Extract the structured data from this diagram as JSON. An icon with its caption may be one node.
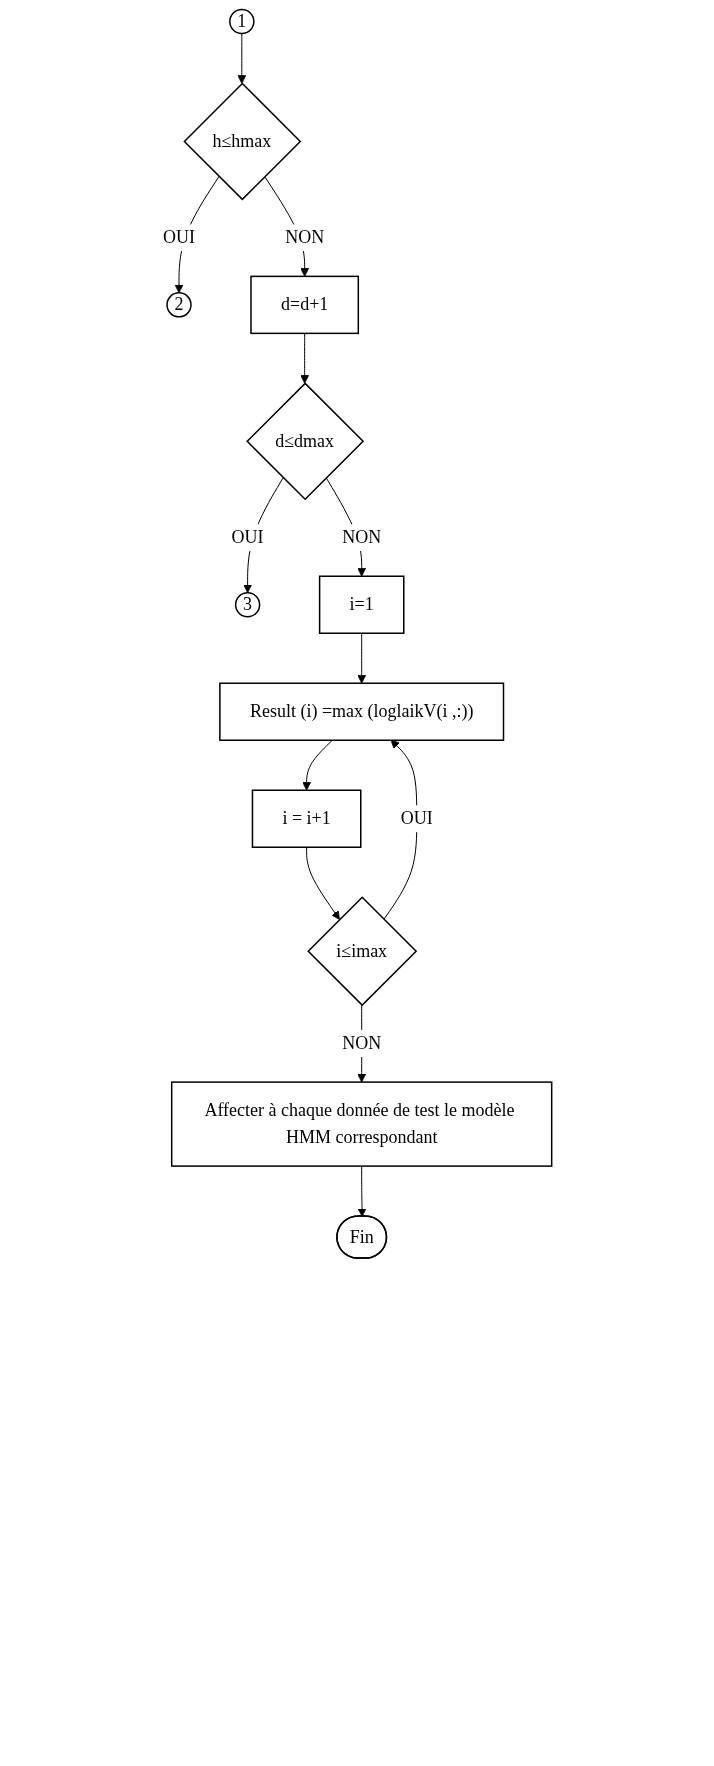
{
  "diagram": {
    "nodes": [
      {
        "text": [
          "3"
        ]
      },
      {
        "text": [
          "2"
        ]
      },
      {
        "text": [
          "1"
        ]
      },
      {
        "text": [
          "h≤hmax"
        ]
      },
      {
        "text": [
          "d=d+1"
        ]
      },
      {
        "text": [
          "d≤dmax"
        ]
      },
      {
        "text": [
          "i=1"
        ]
      },
      {
        "text": [
          "Result (i) =max (loglaikV(i ,:))"
        ]
      },
      {
        "text": [
          "i = i+1"
        ]
      },
      {
        "text": [
          "i≤imax"
        ]
      },
      {
        "text": [
          "Affecter à chaque donnée de test le modèle HMM correspondant"
        ]
      },
      {
        "text": [
          "Fin"
        ]
      }
    ],
    "edges": [
      {
        "from": 2,
        "to": 3,
        "arrow": "to"
      },
      {
        "from": 3,
        "to": 1,
        "arrow": "to",
        "label": "OUI"
      },
      {
        "from": 3,
        "to": 4,
        "arrow": "to",
        "label": "NON"
      },
      {
        "from": 4,
        "to": 5,
        "arrow": "to"
      },
      {
        "from": 5,
        "to": 0,
        "arrow": "to",
        "label": "OUI"
      },
      {
        "from": 5,
        "to": 6,
        "arrow": "to",
        "label": "NON"
      },
      {
        "from": 6,
        "to": 7,
        "arrow": "to"
      },
      {
        "from": 7,
        "to": 8,
        "arrow": "to"
      },
      {
        "from": 8,
        "to": 9,
        "arrow": "to"
      },
      {
        "from": 9,
        "to": 7,
        "arrow": "to",
        "label": "OUI"
      },
      {
        "from": 9,
        "to": 10,
        "arrow": "to",
        "label": "NON"
      },
      {
        "from": 10,
        "to": 11,
        "arrow": "to"
      }
    ]
  }
}
